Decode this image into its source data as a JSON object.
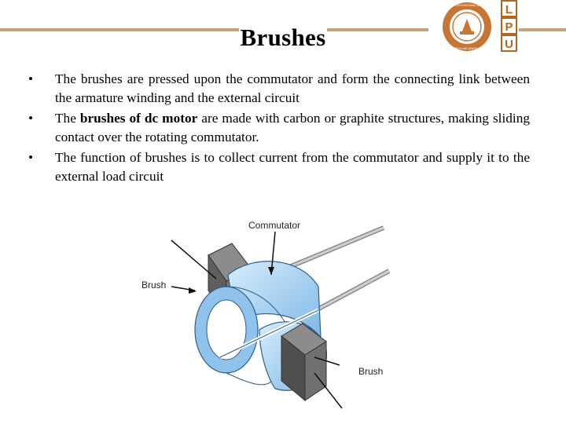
{
  "slide": {
    "title": "Brushes",
    "bullets": [
      {
        "text": "The brushes are pressed upon the commutator and form the connecting link between the armature winding  and the external circuit"
      },
      {
        "pre": "The ",
        "bold": "brushes of dc motor",
        "post": " are made with carbon or graphite structures, making sliding contact over the rotating commutator."
      },
      {
        "text": "The function of brushes is to collect current from the commutator and supply it to the external load circuit"
      }
    ],
    "bullet_symbol": "•"
  },
  "logo": {
    "letters": [
      "L",
      "P",
      "U"
    ],
    "seal_text": "LOVELY PROFESSIONAL UNIVERSITY",
    "seal_bottom": "PUNJAB (INDIA)",
    "colors": {
      "letter_box": "#b5651d",
      "seal": "#c87533"
    }
  },
  "diagram": {
    "labels": {
      "commutator": "Commutator",
      "brush_left": "Brush",
      "brush_right": "Brush"
    },
    "colors": {
      "commutator": "#a9d3f5",
      "brush": "#6e6e6e",
      "shaft": "#b0b0b0"
    }
  },
  "theme": {
    "title_rule": "#c8a27a"
  }
}
